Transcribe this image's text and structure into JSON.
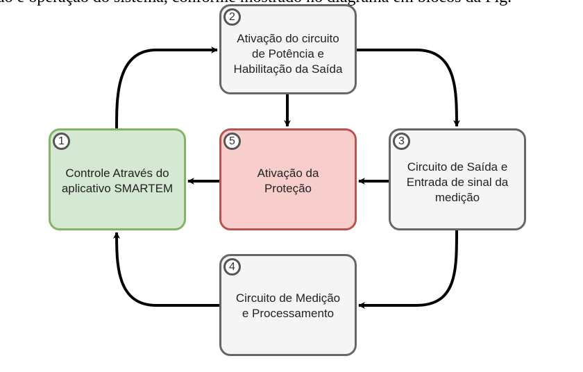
{
  "header_text": "ão e operação do sistema, conforme mostrado no diagrama em blocos da Fig.",
  "colors": {
    "green_fill": "#d5e8d4",
    "green_stroke": "#82b366",
    "red_fill": "#f8cecc",
    "red_stroke": "#b85450",
    "gray_fill": "#f5f5f5",
    "gray_stroke": "#666666",
    "arrow": "#000000"
  },
  "blocks": [
    {
      "number": "1",
      "label": "Controle Através do\naplicativo SMARTEM",
      "style": "green"
    },
    {
      "number": "2",
      "label": "Ativação do circuito\nde Potência e\nHabilitação da Saída",
      "style": "gray"
    },
    {
      "number": "3",
      "label": "Circuito de Saída e\nEntrada de sinal da\nmedição",
      "style": "gray"
    },
    {
      "number": "4",
      "label": "Circuito de Medição\ne Processamento",
      "style": "gray"
    },
    {
      "number": "5",
      "label": "Ativação da\nProteção",
      "style": "red"
    }
  ],
  "connections": [
    {
      "from": "1",
      "to": "2"
    },
    {
      "from": "2",
      "to": "3"
    },
    {
      "from": "3",
      "to": "4"
    },
    {
      "from": "4",
      "to": "1"
    },
    {
      "from": "2",
      "to": "5"
    },
    {
      "from": "3",
      "to": "5"
    },
    {
      "from": "5",
      "to": "1"
    }
  ]
}
